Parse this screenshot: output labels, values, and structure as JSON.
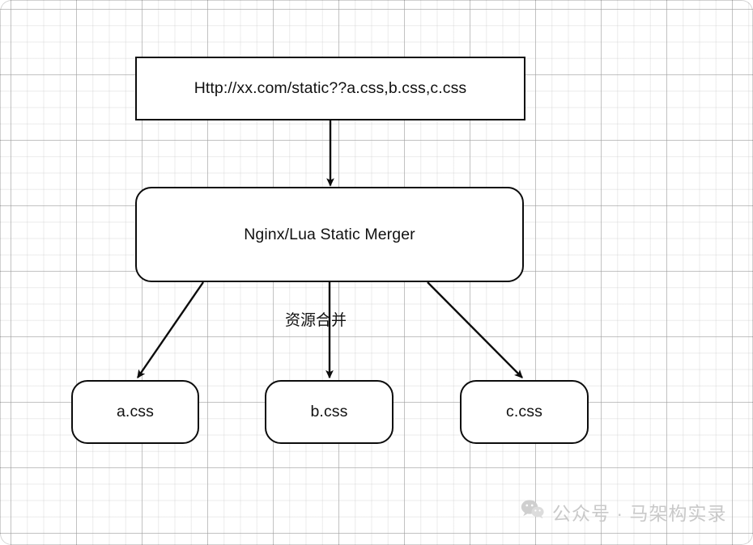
{
  "diagram": {
    "title": "Nginx/Lua static resource merge flow",
    "nodes": {
      "request": {
        "label": "Http://xx.com/static??a.css,b.css,c.css",
        "shape": "rectangle"
      },
      "merger": {
        "label": "Nginx/Lua Static Merger",
        "shape": "rounded-rectangle"
      },
      "a_css": {
        "label": "a.css",
        "shape": "rounded-rectangle"
      },
      "b_css": {
        "label": "b.css",
        "shape": "rounded-rectangle"
      },
      "c_css": {
        "label": "c.css",
        "shape": "rounded-rectangle"
      }
    },
    "edges": {
      "request_to_merger": {
        "label": "",
        "arrow": "down"
      },
      "merger_to_a": {
        "label": "",
        "arrow": "down-left"
      },
      "merger_to_b": {
        "label": "资源合并",
        "arrow": "down"
      },
      "merger_to_c": {
        "label": "",
        "arrow": "down-right"
      }
    },
    "colors": {
      "stroke": "#0c0c0c",
      "fill": "#ffffff",
      "grid_minor": "#bebebe",
      "grid_major": "#a0a0a0",
      "text": "#111111",
      "watermark": "#c9c9c9"
    }
  },
  "watermark": {
    "icon": "wechat-logo-icon",
    "text": "公众号 · 马架构实录"
  }
}
